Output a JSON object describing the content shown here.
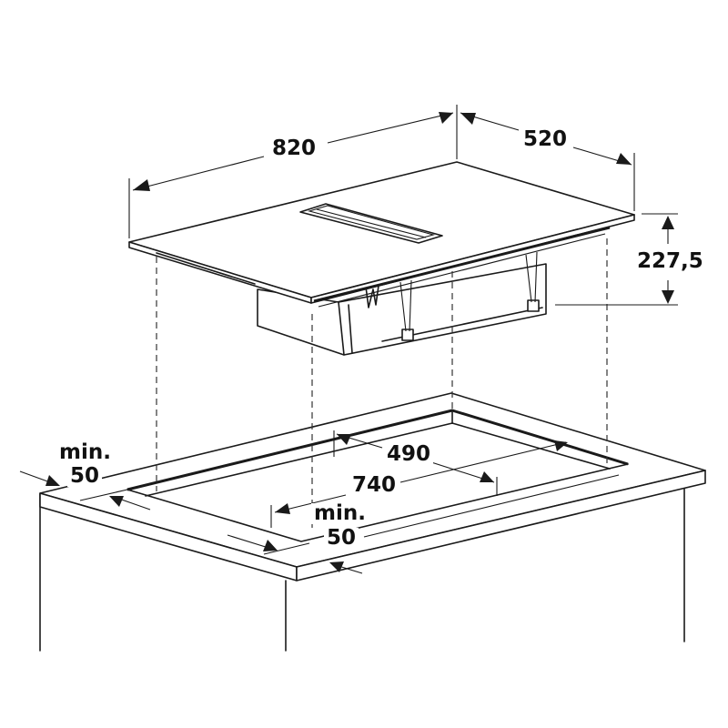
{
  "diagram": {
    "type": "installation-dimension-drawing",
    "subject": "built-in hob with integrated downdraft extractor",
    "colors": {
      "line": "#1a1a1a",
      "background": "#ffffff"
    },
    "appliance": {
      "width_label": "820",
      "depth_label": "520",
      "height_label": "227,5"
    },
    "cutout": {
      "width_label": "740",
      "depth_label": "490"
    },
    "clearances": {
      "left": {
        "prefix": "min.",
        "value": "50"
      },
      "front": {
        "prefix": "min.",
        "value": "50"
      }
    }
  }
}
